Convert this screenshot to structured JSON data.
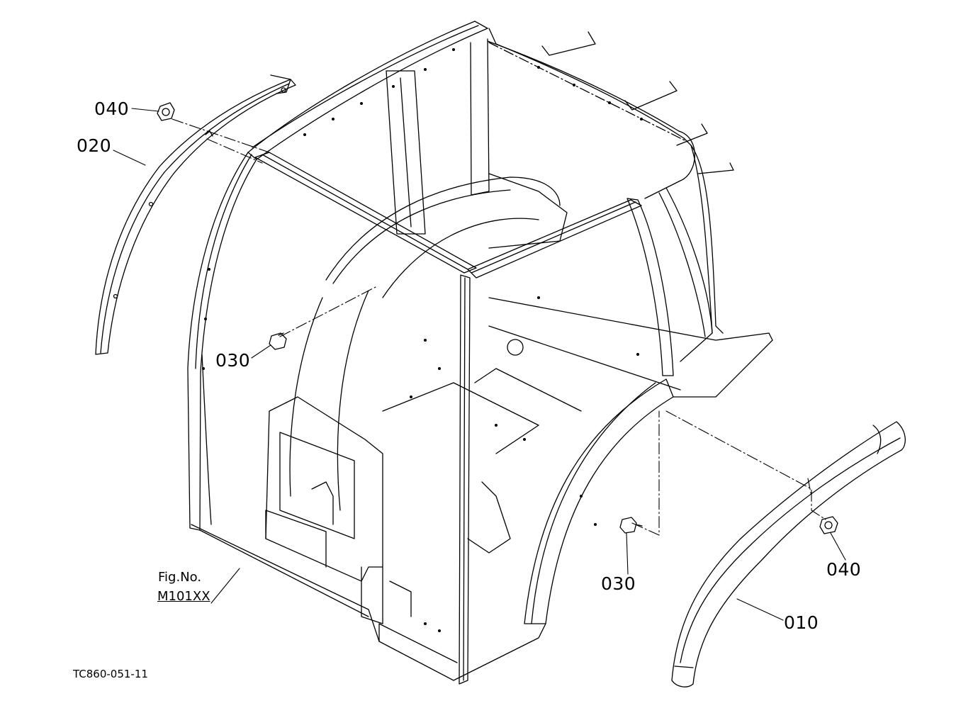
{
  "callouts": {
    "c010": "010",
    "c020": "020",
    "c030_left": "030",
    "c030_right": "030",
    "c040_top": "040",
    "c040_right": "040"
  },
  "figure_ref": {
    "label": "Fig.No.",
    "number": "M101XX"
  },
  "drawing_code": "TC860-051-11"
}
